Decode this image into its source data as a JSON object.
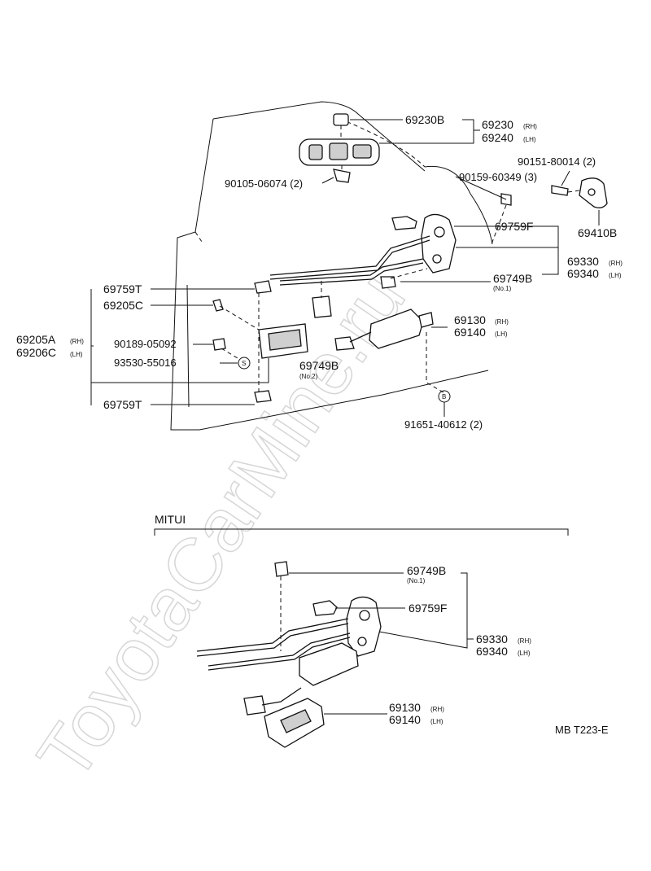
{
  "watermark": "ToyotaCarMine.ru",
  "labels": {
    "p69230B": "69230B",
    "p69230": "69230",
    "p69240": "69240",
    "p90151": "90151-80014 (2)",
    "p90159": "90159-60349 (3)",
    "p90105": "90105-06074 (2)",
    "p69410B": "69410B",
    "p69759F_top": "69759F",
    "p69330_top": "69330",
    "p69340_top": "69340",
    "p69749B_top": "69749B",
    "p69759T_a": "69759T",
    "p69205C": "69205C",
    "p69205A": "69205A",
    "p69206C": "69206C",
    "p90189": "90189-05092",
    "p93530": "93530-55016",
    "s_marker": "S",
    "p69749B_mid": "69749B",
    "p69130_top": "69130",
    "p69140_top": "69140",
    "b_marker": "B",
    "p91651": "91651-40612 (2)",
    "p69759T_b": "69759T",
    "section_mitui": "MITUI",
    "p69749B_bot": "69749B",
    "p69759F_bot": "69759F",
    "p69330_bot": "69330",
    "p69340_bot": "69340",
    "p69130_bot": "69130",
    "p69140_bot": "69140",
    "ref_code": "MB T223-E"
  },
  "subs": {
    "rh": "(RH)",
    "lh": "(LH)",
    "no1": "(No.1)",
    "no2": "(No.2)"
  }
}
